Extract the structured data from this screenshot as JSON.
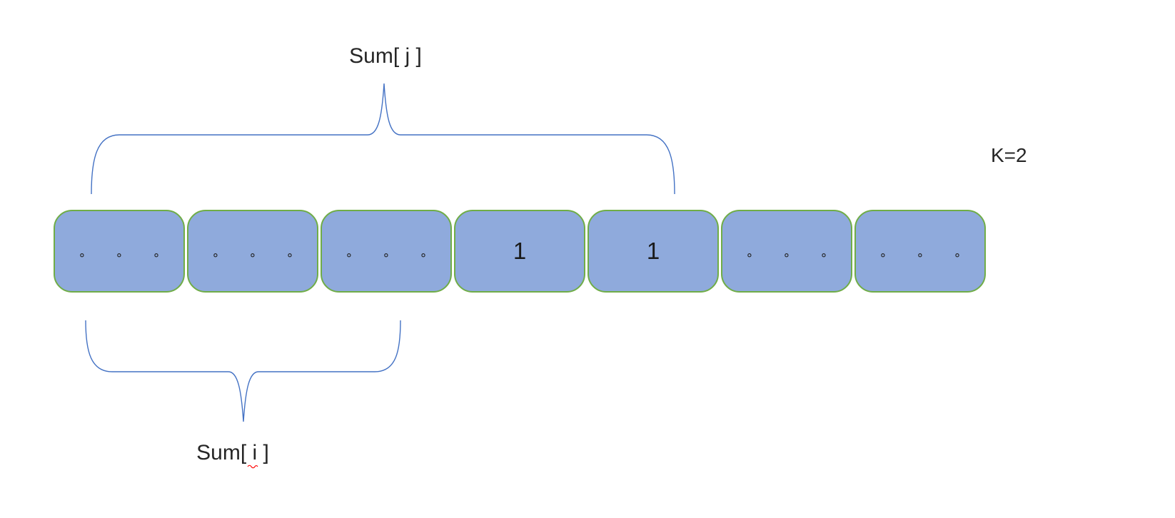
{
  "labels": {
    "sum_j": "Sum[ j ]",
    "sum_i": "Sum[ i ]",
    "k": "K=2"
  },
  "array": {
    "cells": [
      "∘ ∘ ∘",
      "∘ ∘ ∘",
      "∘ ∘ ∘",
      "1",
      "1",
      "∘ ∘ ∘",
      "∘ ∘ ∘"
    ]
  },
  "colors": {
    "cell_fill": "#8FAADC",
    "cell_border": "#70AD47",
    "brace": "#4472C4",
    "text": "#262626",
    "squiggle": "#FF0000"
  }
}
